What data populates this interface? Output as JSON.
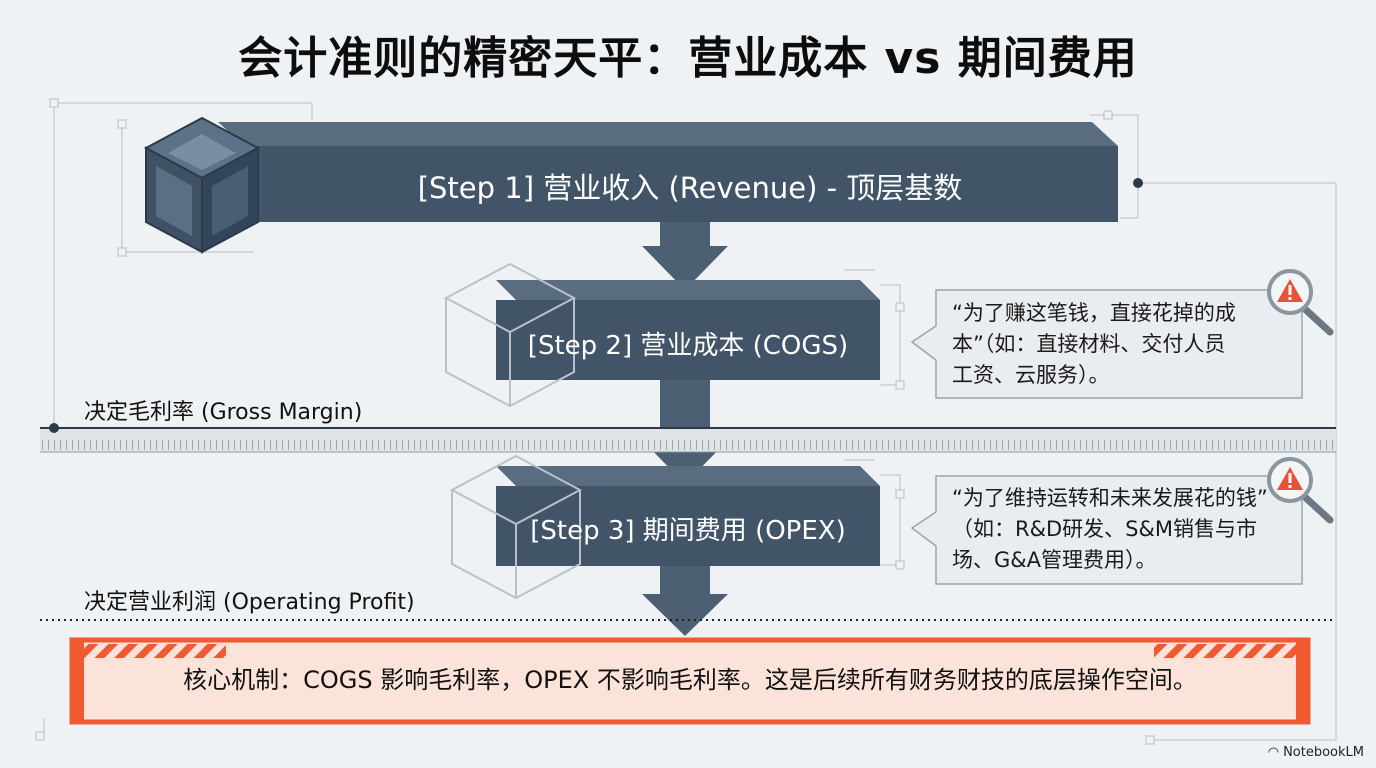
{
  "title": "会计准则的精密天平：营业成本 vs 期间费用",
  "steps": [
    {
      "label": "[Step 1]  营业收入 (Revenue) - 顶层基数"
    },
    {
      "label": "[Step 2]  营业成本 (COGS)"
    },
    {
      "label": "[Step 3]  期间费用 (OPEX)"
    }
  ],
  "callouts": [
    {
      "lines": [
        "“为了赚这笔钱，直接花掉的成",
        "本”（如：直接材料、交付人员",
        "工资、云服务）。"
      ],
      "icon": "warning-magnifier-icon"
    },
    {
      "lines": [
        "“为了维持运转和未来发展花的钱”",
        "（如：R&D研发、S&M销售与市",
        "场、G&A管理费用）。"
      ],
      "icon": "warning-magnifier-icon"
    }
  ],
  "thresholds": {
    "gross": "决定毛利率 (Gross Margin)",
    "operating": "决定营业利润 (Operating Profit)"
  },
  "core": "核心机制：COGS 影响毛利率，OPEX 不影响毛利率。这是后续所有财务财技的底层操作空间。",
  "brand": "NotebookLM",
  "colors": {
    "bar": "#415468",
    "bar_dark": "#2c3a48",
    "arrow": "#4d5f72",
    "accent": "#f05a30",
    "core_bg": "#fbe3da",
    "callout_bg": "#e9edf1"
  }
}
